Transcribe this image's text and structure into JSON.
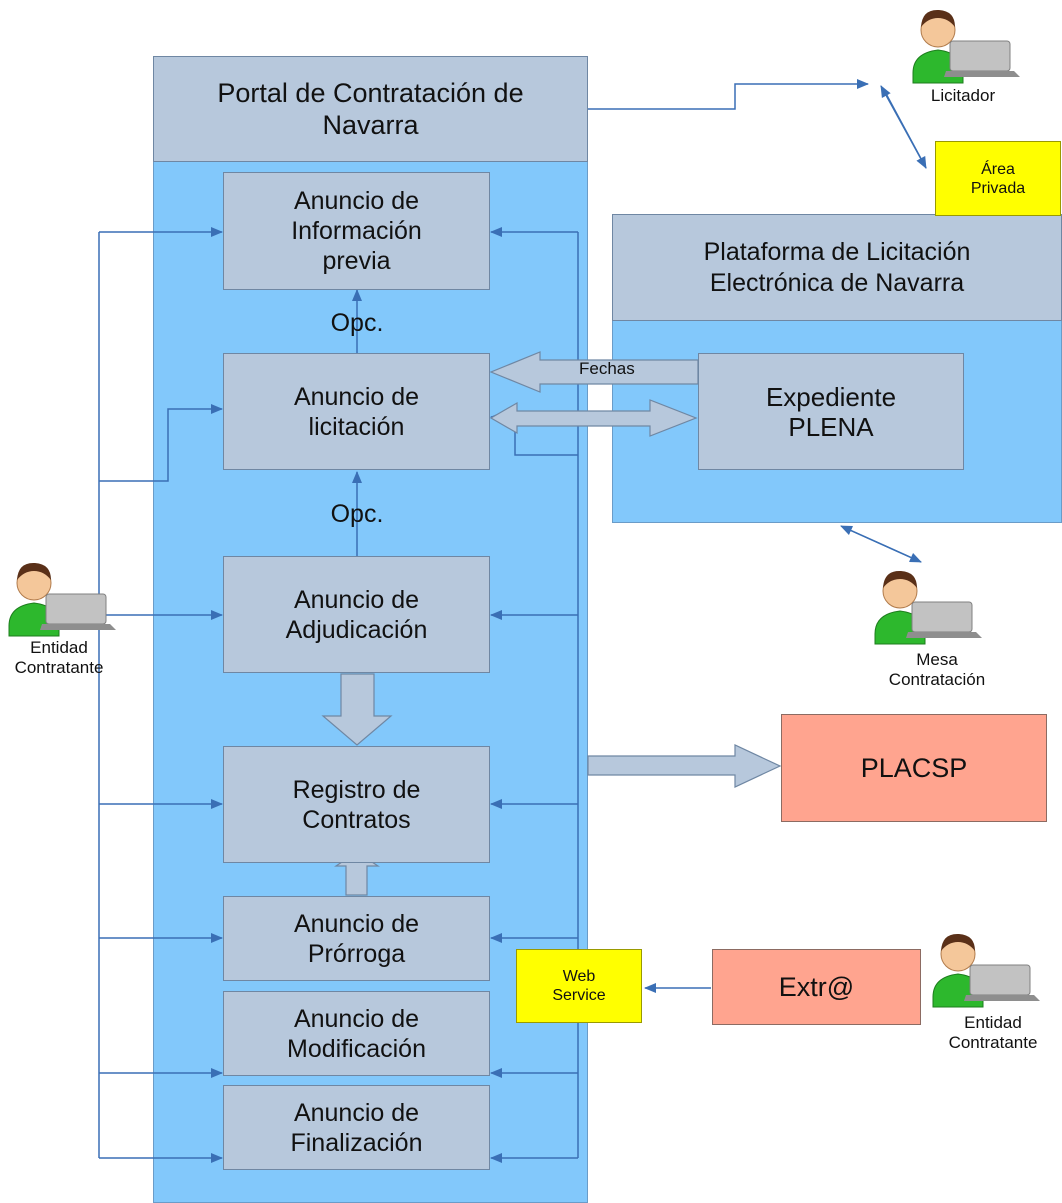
{
  "portal": {
    "title": "Portal de Contratación de\nNavarra"
  },
  "boxes": {
    "informacion_previa": "Anuncio de\nInformación\nprevia",
    "licitacion": "Anuncio de\nlicitación",
    "adjudicacion": "Anuncio de\nAdjudicación",
    "registro": "Registro de\nContratos",
    "prorroga": "Anuncio de\nPrórroga",
    "modificacion": "Anuncio de\nModificación",
    "finalizacion": "Anuncio de\nFinalización"
  },
  "labels": {
    "opc1": "Opc.",
    "opc2": "Opc.",
    "fechas": "Fechas"
  },
  "plena": {
    "title": "Plataforma de Licitación\nElectrónica de Navarra",
    "expediente": "Expediente\nPLENA"
  },
  "external": {
    "placsp": "PLACSP",
    "extra": "Extr@",
    "web_service": "Web\nService",
    "area_privada": "Área\nPrivada"
  },
  "actors": {
    "licitador": "Licitador",
    "entidad_left": "Entidad\nContratante",
    "mesa": "Mesa\nContratación",
    "entidad_right": "Entidad\nContratante"
  },
  "colors": {
    "column_blue": "#82c8fb",
    "box_gray": "#b7c8dc",
    "salmon": "#ffa48f",
    "yellow": "#ffff00",
    "line_blue": "#3a6fb5"
  }
}
